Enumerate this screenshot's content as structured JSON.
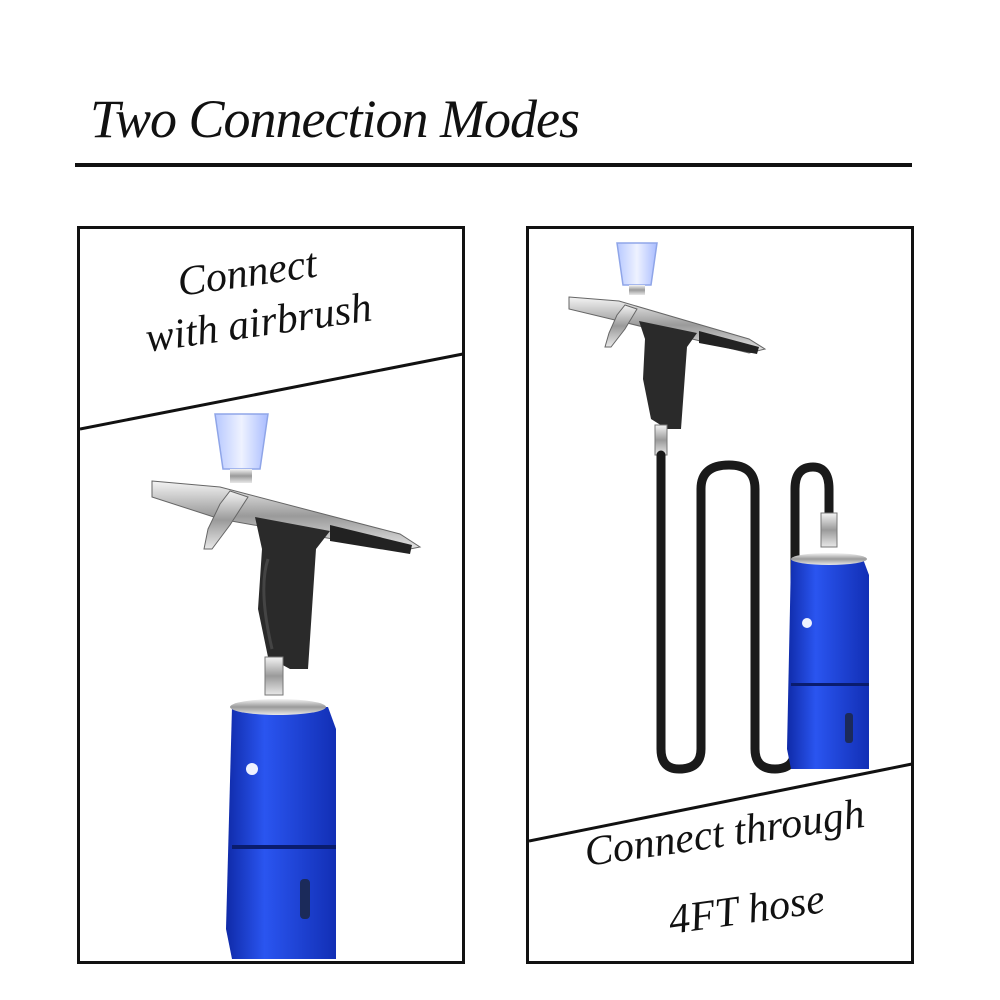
{
  "header": {
    "title": "Two Connection Modes"
  },
  "panels": {
    "left": {
      "caption_line1": "Connect",
      "caption_line2": "with airbrush"
    },
    "right": {
      "caption_line1": "Connect through",
      "caption_line2": "4FT hose"
    }
  },
  "colors": {
    "compressor_blue": "#1a3fd6",
    "line": "#111111",
    "hose": "#1a1a1a",
    "cup": "#c9d7ff"
  },
  "icons": [
    "airbrush-icon",
    "compressor-icon",
    "hose-icon"
  ]
}
